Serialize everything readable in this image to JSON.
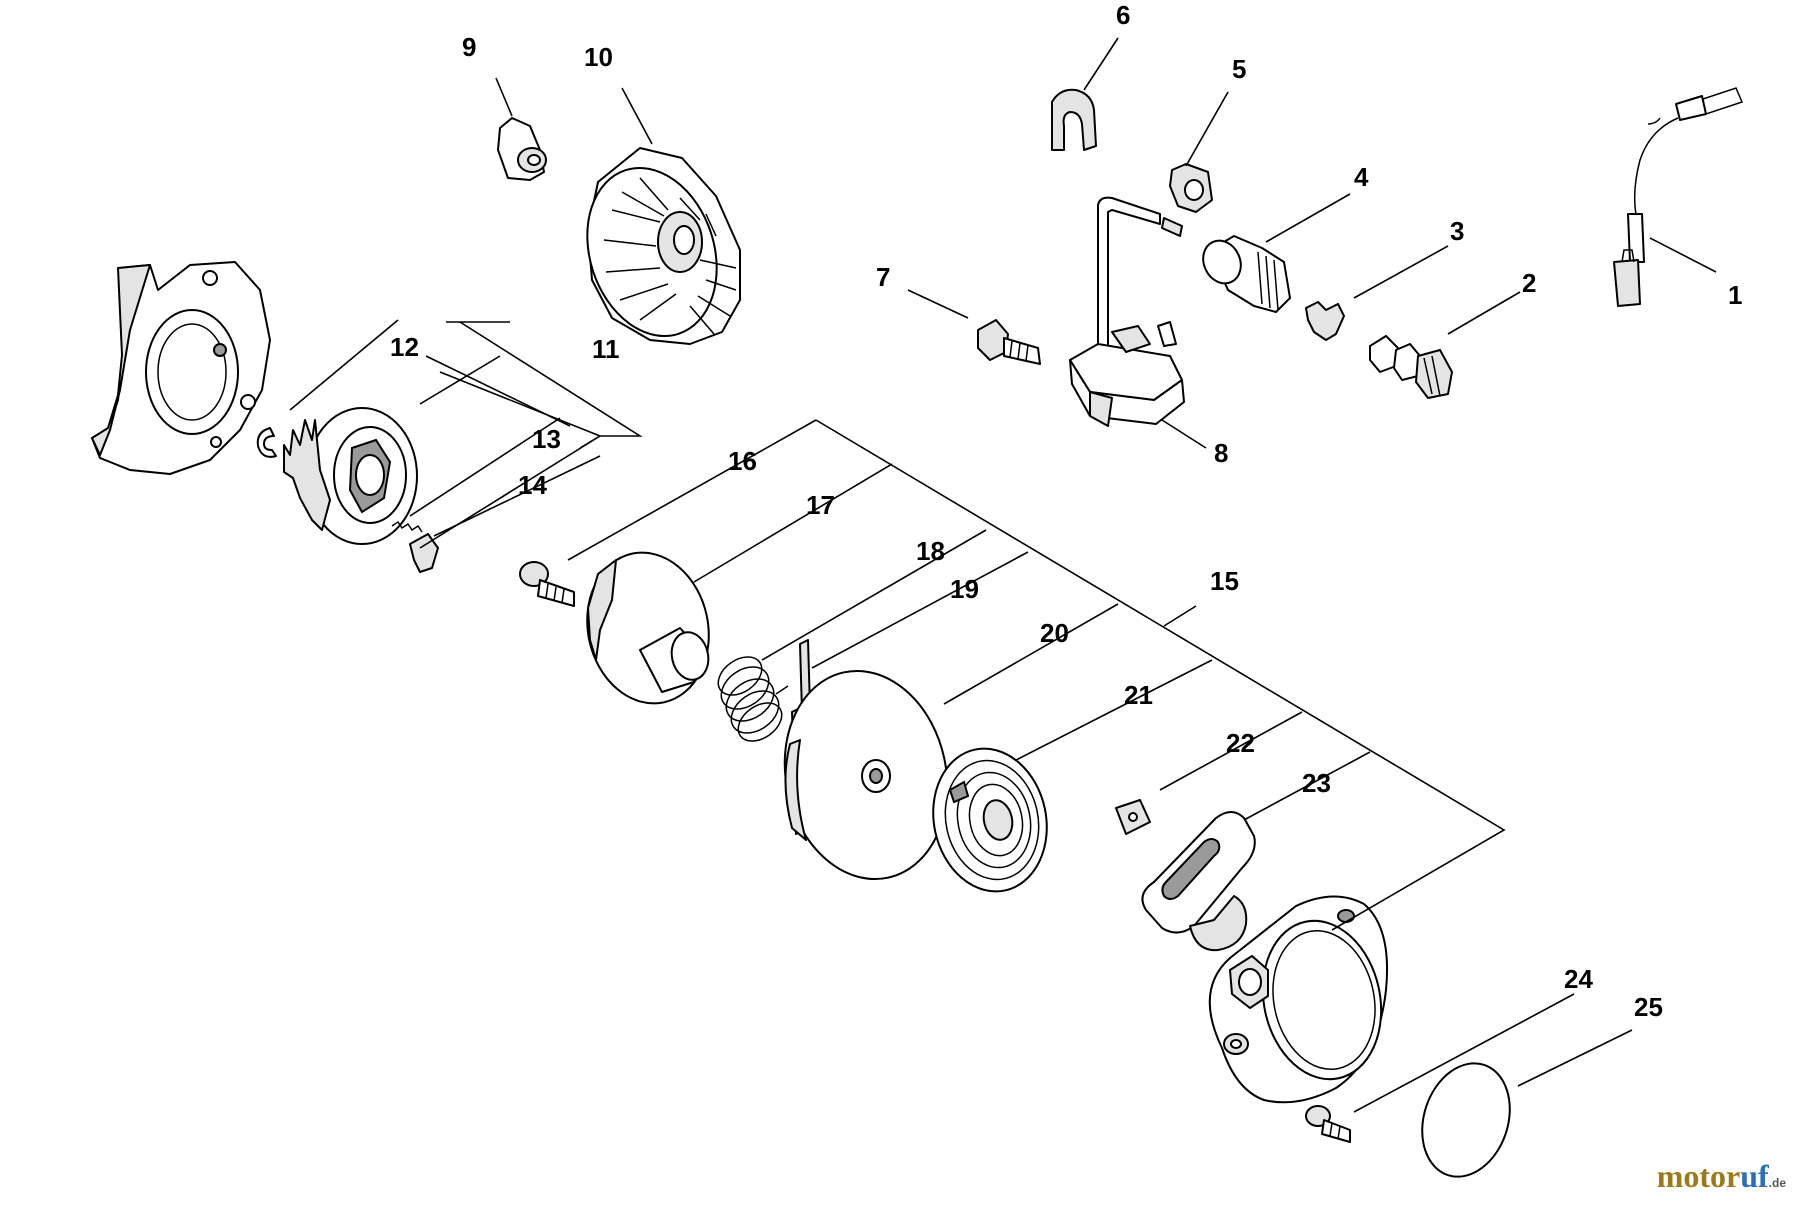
{
  "callouts": [
    "1",
    "2",
    "3",
    "4",
    "5",
    "6",
    "7",
    "8",
    "9",
    "10",
    "11",
    "12",
    "13",
    "14",
    "15",
    "16",
    "17",
    "18",
    "19",
    "20",
    "21",
    "22",
    "23",
    "24",
    "25"
  ],
  "watermark": {
    "part1": "motor",
    "part2": "uf",
    "suffix": ".de"
  },
  "colors": {
    "line": "#000000",
    "background": "#ffffff",
    "watermark_gold": "#9c7a1a",
    "watermark_blue": "#2b6fb8"
  }
}
